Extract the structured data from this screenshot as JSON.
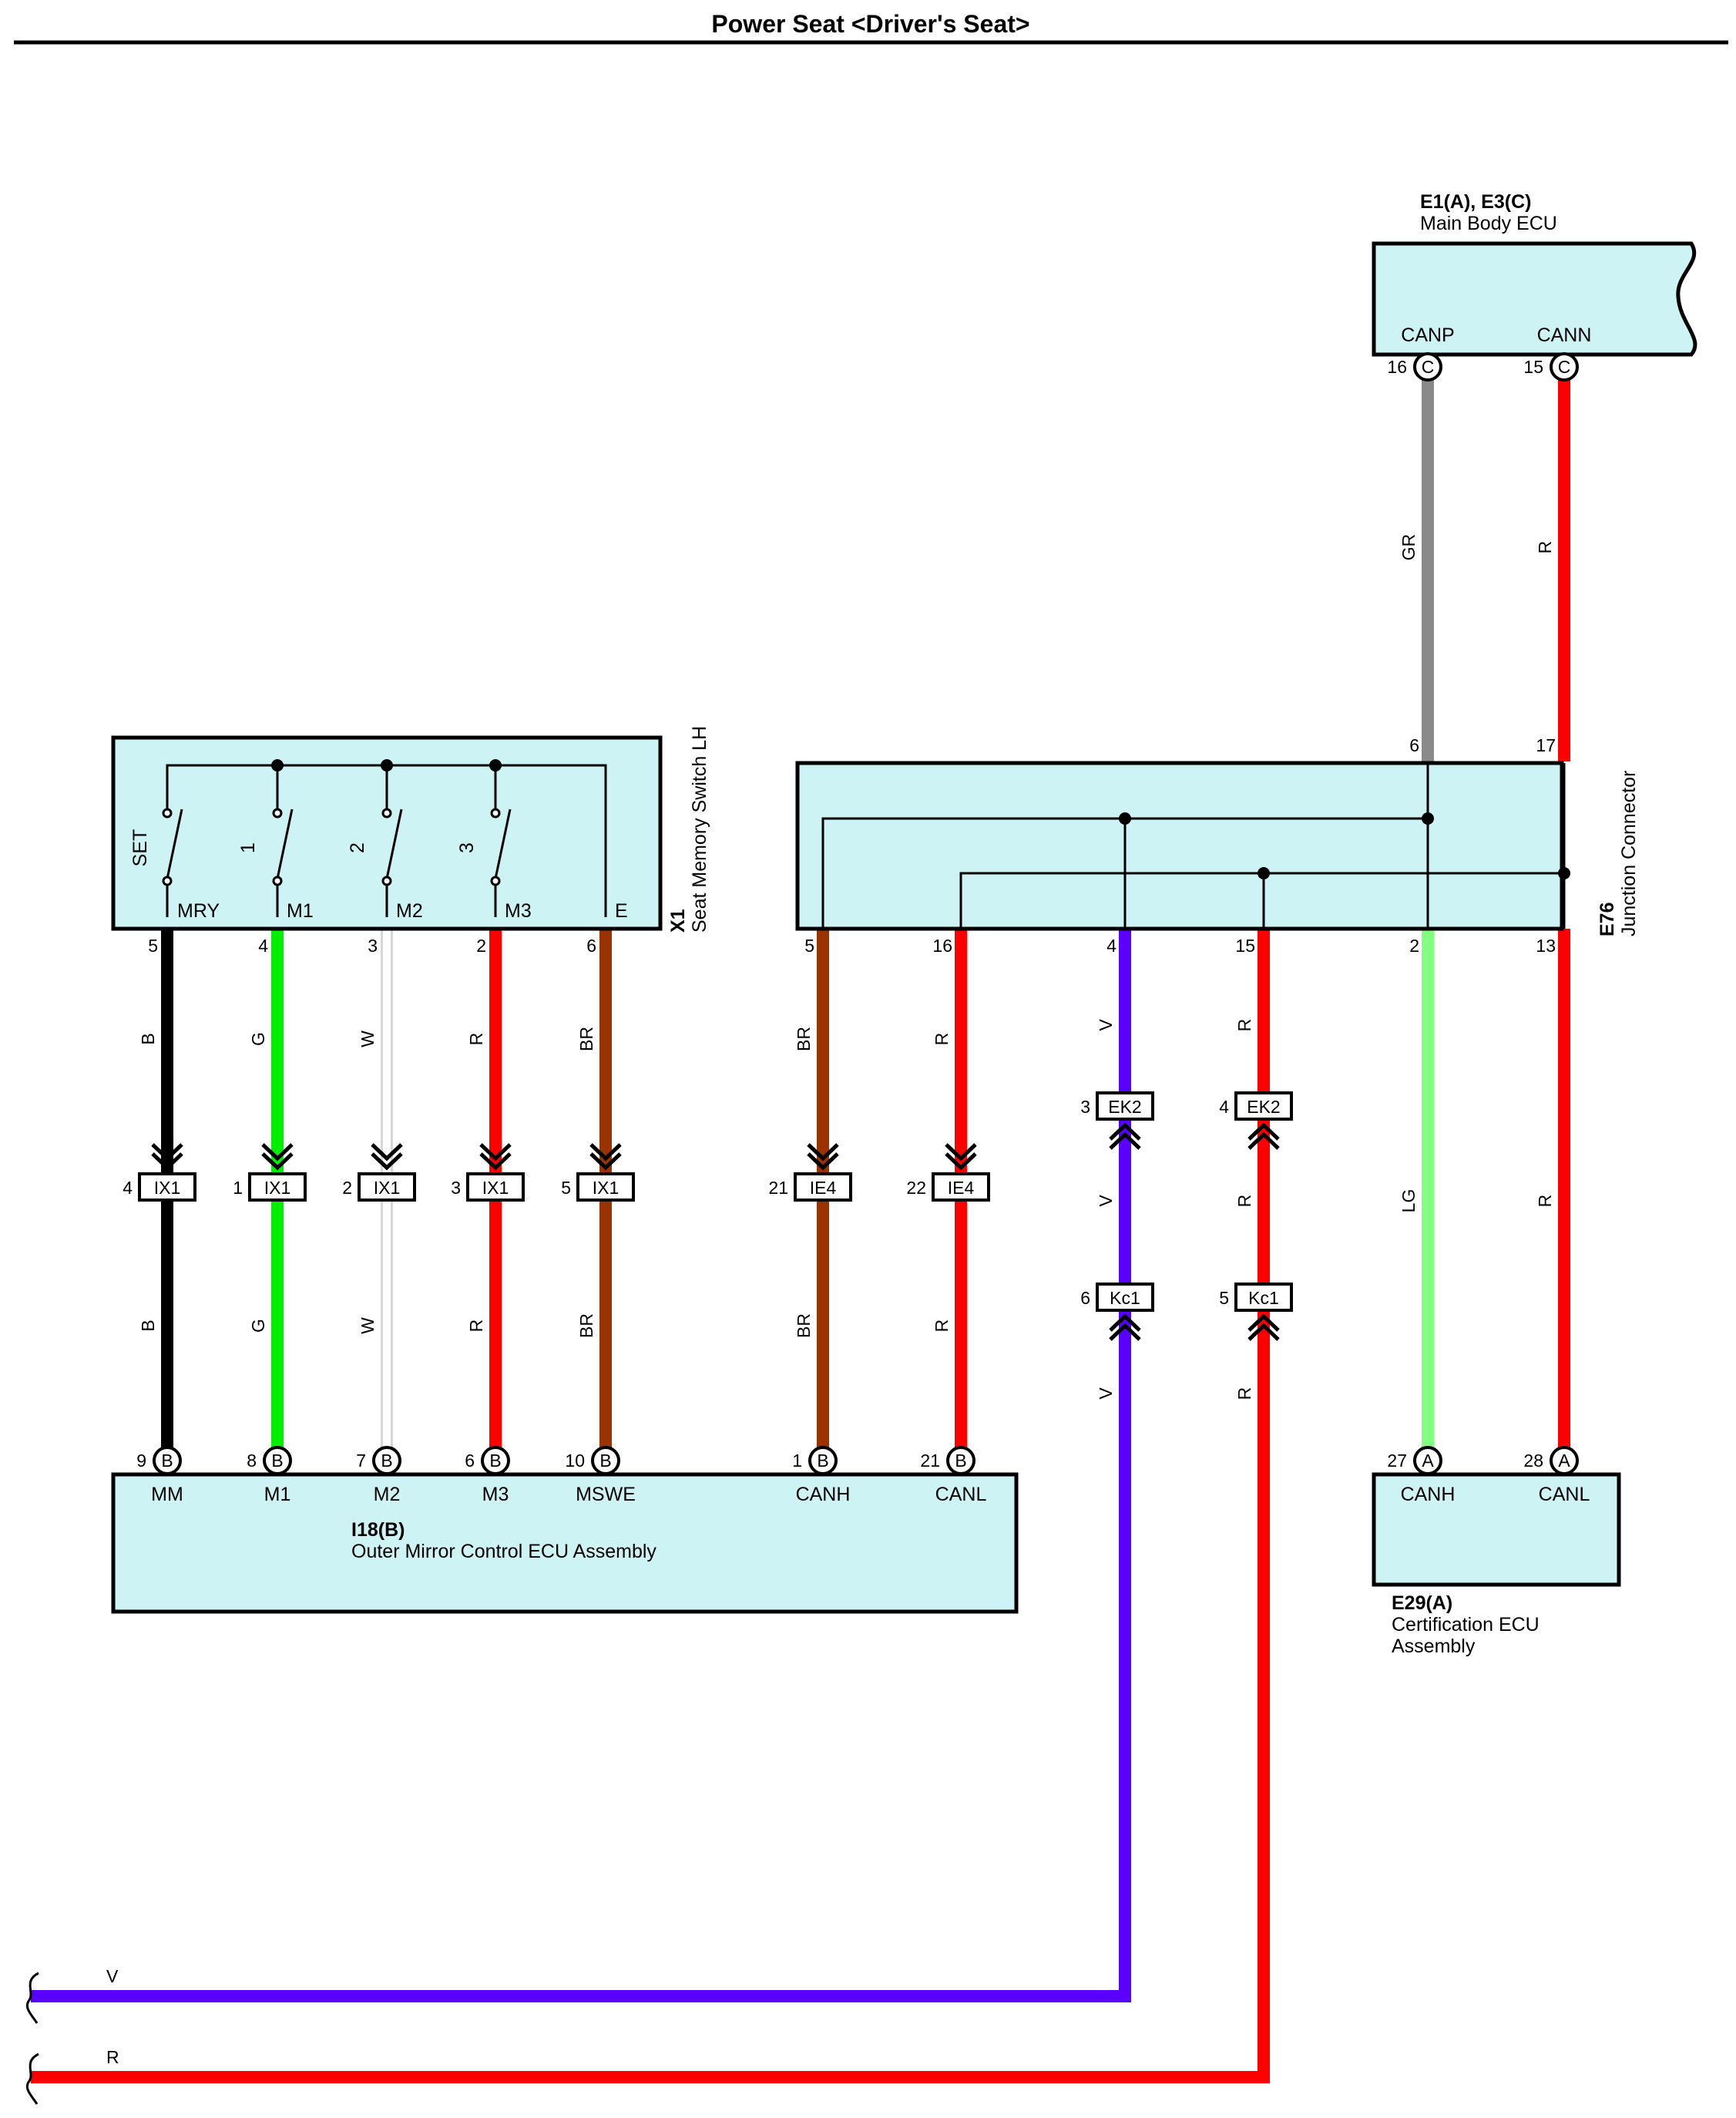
{
  "title": "Power Seat <Driver's Seat>",
  "colors": {
    "B": "#000000",
    "G": "#00ee00",
    "W": "#d6d6d6",
    "R": "#ff0000",
    "BR": "#9b3300",
    "V": "#5a00ff",
    "GR": "#8a8a8a",
    "LG": "#80ff80",
    "box_fill": "#cdf3f5"
  },
  "components": {
    "main_body_ecu": {
      "code": "E1(A), E3(C)",
      "name": "Main Body ECU",
      "terminals": [
        "CANP",
        "CANN"
      ],
      "pins": [
        "16",
        "15"
      ],
      "conn": [
        "C",
        "C"
      ]
    },
    "seat_memory_switch": {
      "code": "X1",
      "name": "Seat Memory Switch LH",
      "switches": [
        "SET",
        "1",
        "2",
        "3"
      ],
      "terminals": [
        "MRY",
        "M1",
        "M2",
        "M3",
        "E"
      ],
      "pins": [
        "5",
        "4",
        "3",
        "2",
        "6"
      ]
    },
    "junction_connector": {
      "code": "E76",
      "name": "Junction Connector",
      "top_pins": [
        "6",
        "17"
      ],
      "bottom_pins": [
        "5",
        "16",
        "4",
        "15",
        "2",
        "13"
      ]
    },
    "outer_mirror_ecu": {
      "code": "I18(B)",
      "name": "Outer Mirror Control ECU Assembly",
      "terminals": [
        "MM",
        "M1",
        "M2",
        "M3",
        "MSWE",
        "CANH",
        "CANL"
      ],
      "pins": [
        "9",
        "8",
        "7",
        "6",
        "10",
        "1",
        "21"
      ],
      "conn": "B"
    },
    "certification_ecu": {
      "code": "E29(A)",
      "name_line1": "Certification ECU",
      "name_line2": "Assembly",
      "terminals": [
        "CANH",
        "CANL"
      ],
      "pins": [
        "27",
        "28"
      ],
      "conn": "A"
    }
  },
  "wires": {
    "top": [
      "GR",
      "R"
    ],
    "left_upper": [
      "B",
      "G",
      "W",
      "R",
      "BR"
    ],
    "left_lower": [
      "B",
      "G",
      "W",
      "R",
      "BR"
    ],
    "mid_upper": [
      "BR",
      "R",
      "V",
      "R",
      "LG",
      "R"
    ],
    "mid_lower": [
      "BR",
      "R",
      "V",
      "R",
      "LG",
      "R"
    ],
    "v_line": [
      "V",
      "V",
      "V"
    ],
    "r_line": [
      "R",
      "R",
      "R"
    ],
    "bottom_v": "V",
    "bottom_r": "R"
  },
  "connectors": {
    "ix1": {
      "name": "IX1",
      "pins": [
        "4",
        "1",
        "2",
        "3",
        "5"
      ]
    },
    "ie4": {
      "name": "IE4",
      "pins": [
        "21",
        "22"
      ]
    },
    "ek2": {
      "name": "EK2",
      "pins": [
        "3",
        "4"
      ]
    },
    "kc1": {
      "name": "Kc1",
      "pins": [
        "6",
        "5"
      ]
    }
  }
}
